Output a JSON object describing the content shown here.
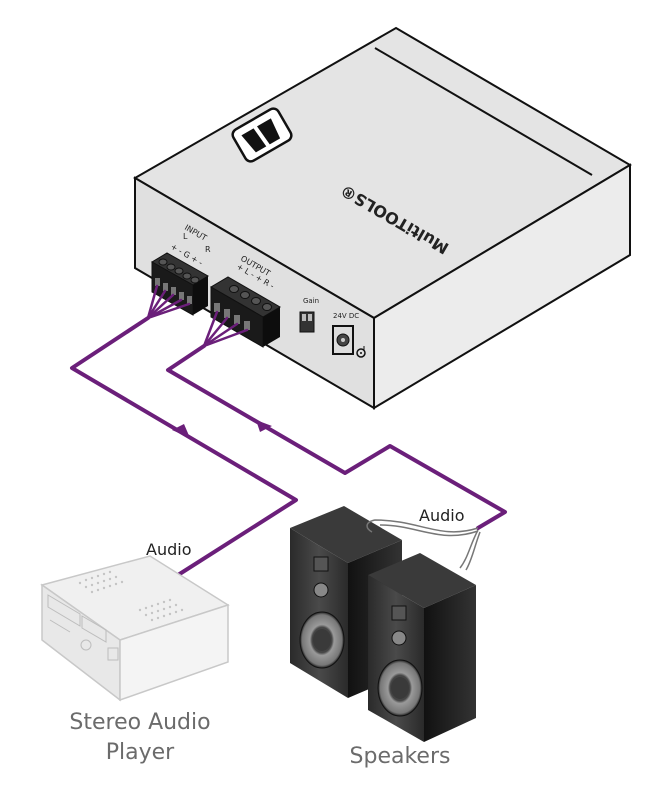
{
  "diagram": {
    "device": {
      "brand_label": "MultiTOOLS®",
      "input_label": "INPUT",
      "input_sub_left": "L",
      "input_sub_right": "R",
      "input_pins": "+ -  G  + -",
      "output_label": "OUTPUT",
      "output_pins": "+ L -   + R -",
      "gain_label": "Gain",
      "power_label": "24V DC"
    },
    "cables": {
      "input_cable_label": "Audio",
      "output_cable_label": "Audio",
      "color": "#6b1f7a"
    },
    "nodes": {
      "source_caption_line1": "Stereo Audio",
      "source_caption_line2": "Player",
      "sink_caption": "Speakers"
    }
  }
}
